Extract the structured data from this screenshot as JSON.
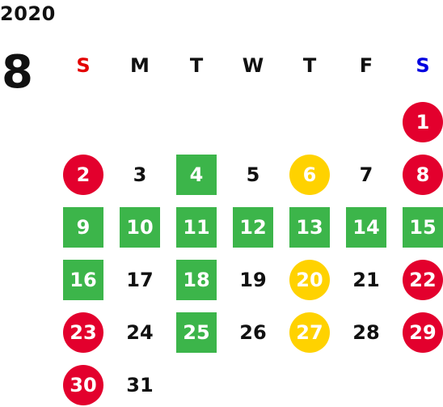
{
  "calendar": {
    "year": "2020",
    "month": "8",
    "weekdays": [
      "S",
      "M",
      "T",
      "W",
      "T",
      "F",
      "S"
    ],
    "first_weekday_index": 6,
    "days_in_month": 31,
    "colors": {
      "red": "#E3002D",
      "green": "#3CB54A",
      "yellow": "#FFD200",
      "sunday_header": "#E30000",
      "saturday_header": "#0000E0",
      "text": "#111111"
    },
    "highlights": {
      "red": [
        1,
        2,
        8,
        22,
        23,
        29,
        30
      ],
      "green": [
        4,
        9,
        10,
        11,
        12,
        13,
        14,
        15,
        16,
        18,
        25
      ],
      "yellow": [
        6,
        20,
        27
      ]
    }
  }
}
